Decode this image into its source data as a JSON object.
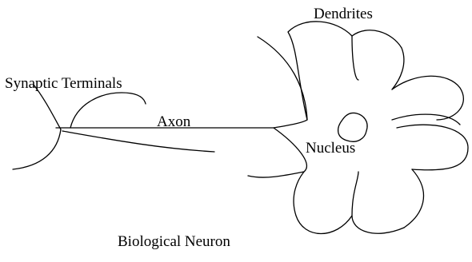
{
  "labels": {
    "dendrites": "Dendrites",
    "synaptic_terminals": "Synaptic Terminals",
    "axon": "Axon",
    "nucleus": "Nucleus"
  },
  "caption": "Biological Neuron",
  "line_color": "#000000"
}
